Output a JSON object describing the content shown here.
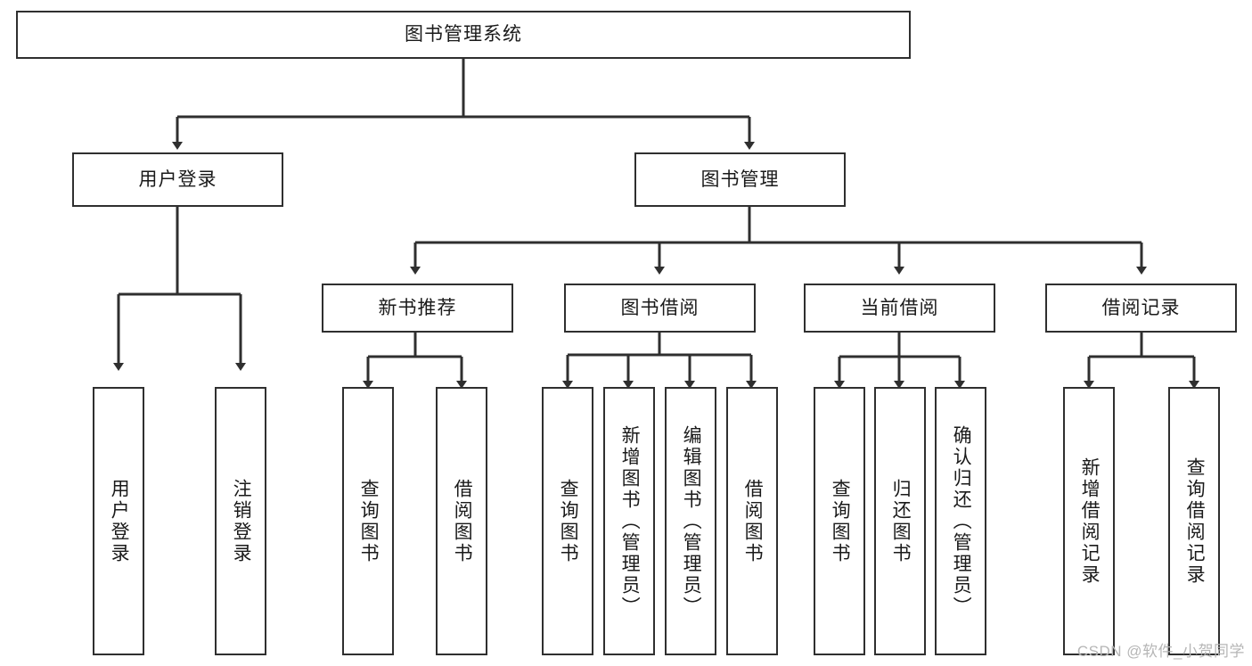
{
  "diagram": {
    "title": "图书管理系统",
    "type": "tree",
    "watermark": "CSDN @软件_小贺同学",
    "colors": {
      "stroke": "#2f2f2f",
      "fill": "#ffffff",
      "text": "#1a1a1a",
      "watermark": "#b6b6b6"
    },
    "root": {
      "id": "root",
      "label": "图书管理系统",
      "orientation": "horizontal"
    },
    "level2": [
      {
        "id": "user-login",
        "label": "用户登录",
        "orientation": "horizontal"
      },
      {
        "id": "book-management",
        "label": "图书管理",
        "orientation": "horizontal"
      }
    ],
    "level3": [
      {
        "id": "new-book-recommend",
        "label": "新书推荐",
        "orientation": "horizontal",
        "parent": "book-management"
      },
      {
        "id": "book-borrow",
        "label": "图书借阅",
        "orientation": "horizontal",
        "parent": "book-management"
      },
      {
        "id": "current-borrow",
        "label": "当前借阅",
        "orientation": "horizontal",
        "parent": "book-management"
      },
      {
        "id": "borrow-record",
        "label": "借阅记录",
        "orientation": "horizontal",
        "parent": "book-management"
      }
    ],
    "leaves": [
      {
        "id": "leaf-user-login",
        "label": "用户登录",
        "orientation": "vertical",
        "parent": "user-login"
      },
      {
        "id": "leaf-logout",
        "label": "注销登录",
        "orientation": "vertical",
        "parent": "user-login"
      },
      {
        "id": "leaf-query-book-1",
        "label": "查询图书",
        "orientation": "vertical",
        "parent": "new-book-recommend"
      },
      {
        "id": "leaf-borrow-book-1",
        "label": "借阅图书",
        "orientation": "vertical",
        "parent": "new-book-recommend"
      },
      {
        "id": "leaf-query-book-2",
        "label": "查询图书",
        "orientation": "vertical",
        "parent": "book-borrow"
      },
      {
        "id": "leaf-add-book",
        "label": "新增图书（管理员）",
        "orientation": "vertical",
        "parent": "book-borrow"
      },
      {
        "id": "leaf-edit-book",
        "label": "编辑图书（管理员）",
        "orientation": "vertical",
        "parent": "book-borrow"
      },
      {
        "id": "leaf-borrow-book-2",
        "label": "借阅图书",
        "orientation": "vertical",
        "parent": "book-borrow"
      },
      {
        "id": "leaf-query-book-3",
        "label": "查询图书",
        "orientation": "vertical",
        "parent": "current-borrow"
      },
      {
        "id": "leaf-return-book",
        "label": "归还图书",
        "orientation": "vertical",
        "parent": "current-borrow"
      },
      {
        "id": "leaf-confirm-return",
        "label": "确认归还（管理员）",
        "orientation": "vertical",
        "parent": "current-borrow"
      },
      {
        "id": "leaf-add-record",
        "label": "新增借阅记录",
        "orientation": "vertical",
        "parent": "borrow-record"
      },
      {
        "id": "leaf-query-record",
        "label": "查询借阅记录",
        "orientation": "vertical",
        "parent": "borrow-record"
      }
    ]
  }
}
